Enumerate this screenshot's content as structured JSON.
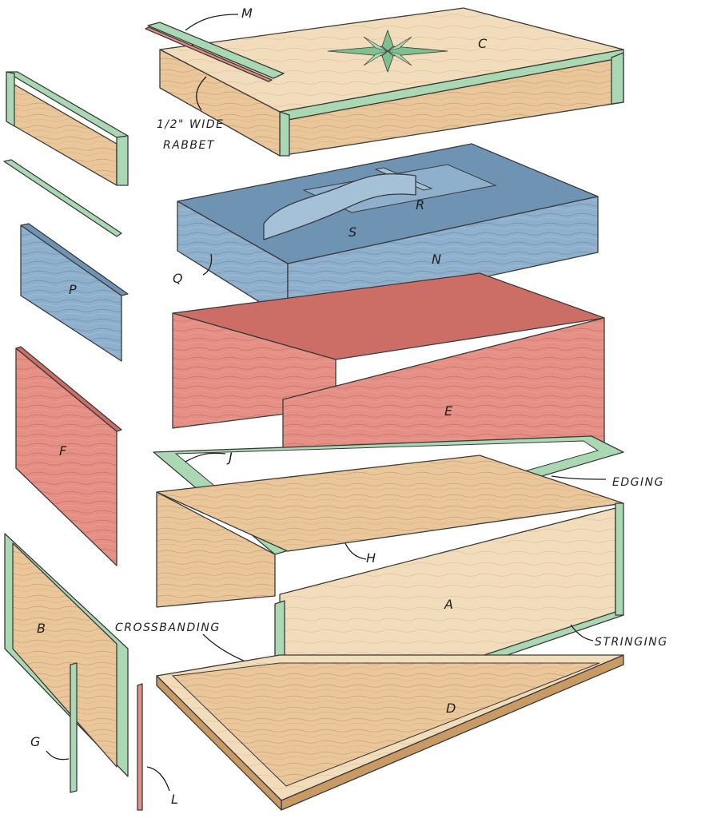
{
  "parts": {
    "A": "A",
    "B": "B",
    "C": "C",
    "D": "D",
    "E": "E",
    "F": "F",
    "G": "G",
    "H": "H",
    "J": "J",
    "L": "L",
    "M": "M",
    "N": "N",
    "P": "P",
    "Q": "Q",
    "R": "R",
    "S": "S"
  },
  "callouts": {
    "rabbet_line1": "1/2\" WIDE",
    "rabbet_line2": "RABBET",
    "edging": "EDGING",
    "stringing": "STRINGING",
    "crossbanding": "CROSSBANDING"
  },
  "colors": {
    "wood": "#e9c79a",
    "wood_dark": "#c99a63",
    "wood_light": "#f1dcbc",
    "red_wood": "#e58f85",
    "red_wood_dark": "#cc6e66",
    "blue_wood": "#8fb0cc",
    "blue_wood_dark": "#6f93b3",
    "green_banding": "#a9d8b3",
    "green_banding_dark": "#7fbf90",
    "outline": "#3a3a3a"
  }
}
